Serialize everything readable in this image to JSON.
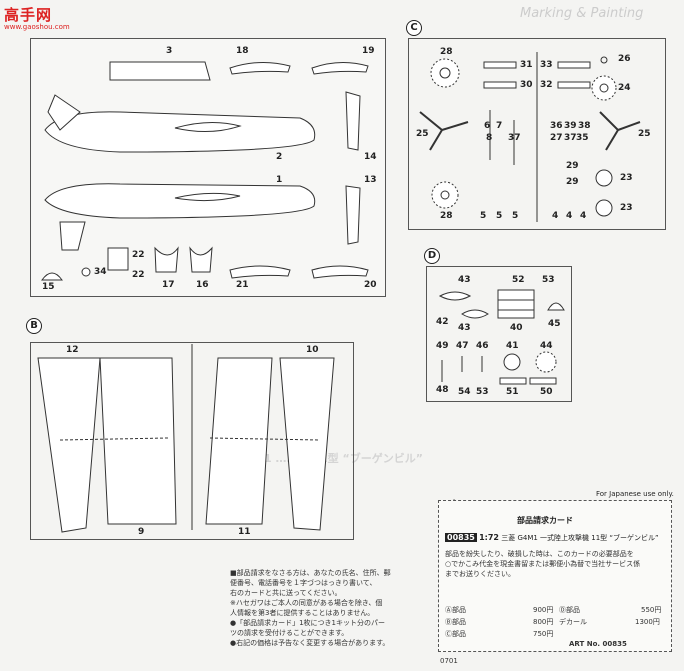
{
  "watermark": {
    "site_cn": "高手网",
    "site_url": "www.gaoshou.com"
  },
  "background_heading": "Marking & Painting",
  "background_faint": "PAL 11 ……… 11型 “ブーゲンビル”",
  "sections": {
    "B": "B",
    "C": "C",
    "D": "D"
  },
  "panel_a_parts": [
    "3",
    "18",
    "19",
    "2",
    "14",
    "1",
    "13",
    "22",
    "22",
    "17",
    "16",
    "21",
    "20",
    "15",
    "34"
  ],
  "panel_c_parts": [
    "28",
    "31",
    "30",
    "33",
    "26",
    "32",
    "24",
    "6",
    "7",
    "8",
    "37",
    "36",
    "39",
    "38",
    "27",
    "37",
    "35",
    "25",
    "25",
    "29",
    "29",
    "23",
    "23",
    "28",
    "5",
    "5",
    "5",
    "4",
    "4",
    "4"
  ],
  "panel_d_parts": [
    "43",
    "52",
    "53",
    "42",
    "43",
    "40",
    "45",
    "49",
    "47",
    "46",
    "41",
    "44",
    "48",
    "54",
    "53",
    "51",
    "50"
  ],
  "panel_b_parts": [
    "12",
    "10",
    "9",
    "11"
  ],
  "japanese_notice": {
    "label": "For Japanese use only.",
    "lines": [
      "■部品請求をなさる方は、あなたの氏名、住所、郵",
      "便番号、電話番号を１字づつはっきり書いて、",
      "右のカードと共に送ってください。",
      "※ハセガワはご本人の同意がある場合を除き、個",
      "人情報を第3者に提供することはありません。",
      "●「部品請求カード」1枚につき1キット分のパー",
      "ツの請求を受付けることができます。",
      "●右記の価格は予告なく変更する場合があります。"
    ]
  },
  "order_card": {
    "title": "部品請求カード",
    "code": "00835",
    "scale": "1:72",
    "name": "三菱 G4M1 一式陸上攻撃機 11型 “ブーゲンビル”",
    "text_lines": [
      "部品を紛失したり、破損した時は、このカードの必要部品を",
      "○でかこみ代金を現金書留または郵便小為替で当社サービス係",
      "までお送りください。"
    ],
    "prices": [
      {
        "label": "Ⓐ部品",
        "price": "900円"
      },
      {
        "label": "Ⓑ部品",
        "price": "800円"
      },
      {
        "label": "Ⓒ部品",
        "price": "750円"
      },
      {
        "label": "Ⓓ部品",
        "price": "550円"
      },
      {
        "label": "デカール",
        "price": "1300円"
      }
    ],
    "art_no": "ART No. 00835",
    "code_bottom": "0701"
  }
}
